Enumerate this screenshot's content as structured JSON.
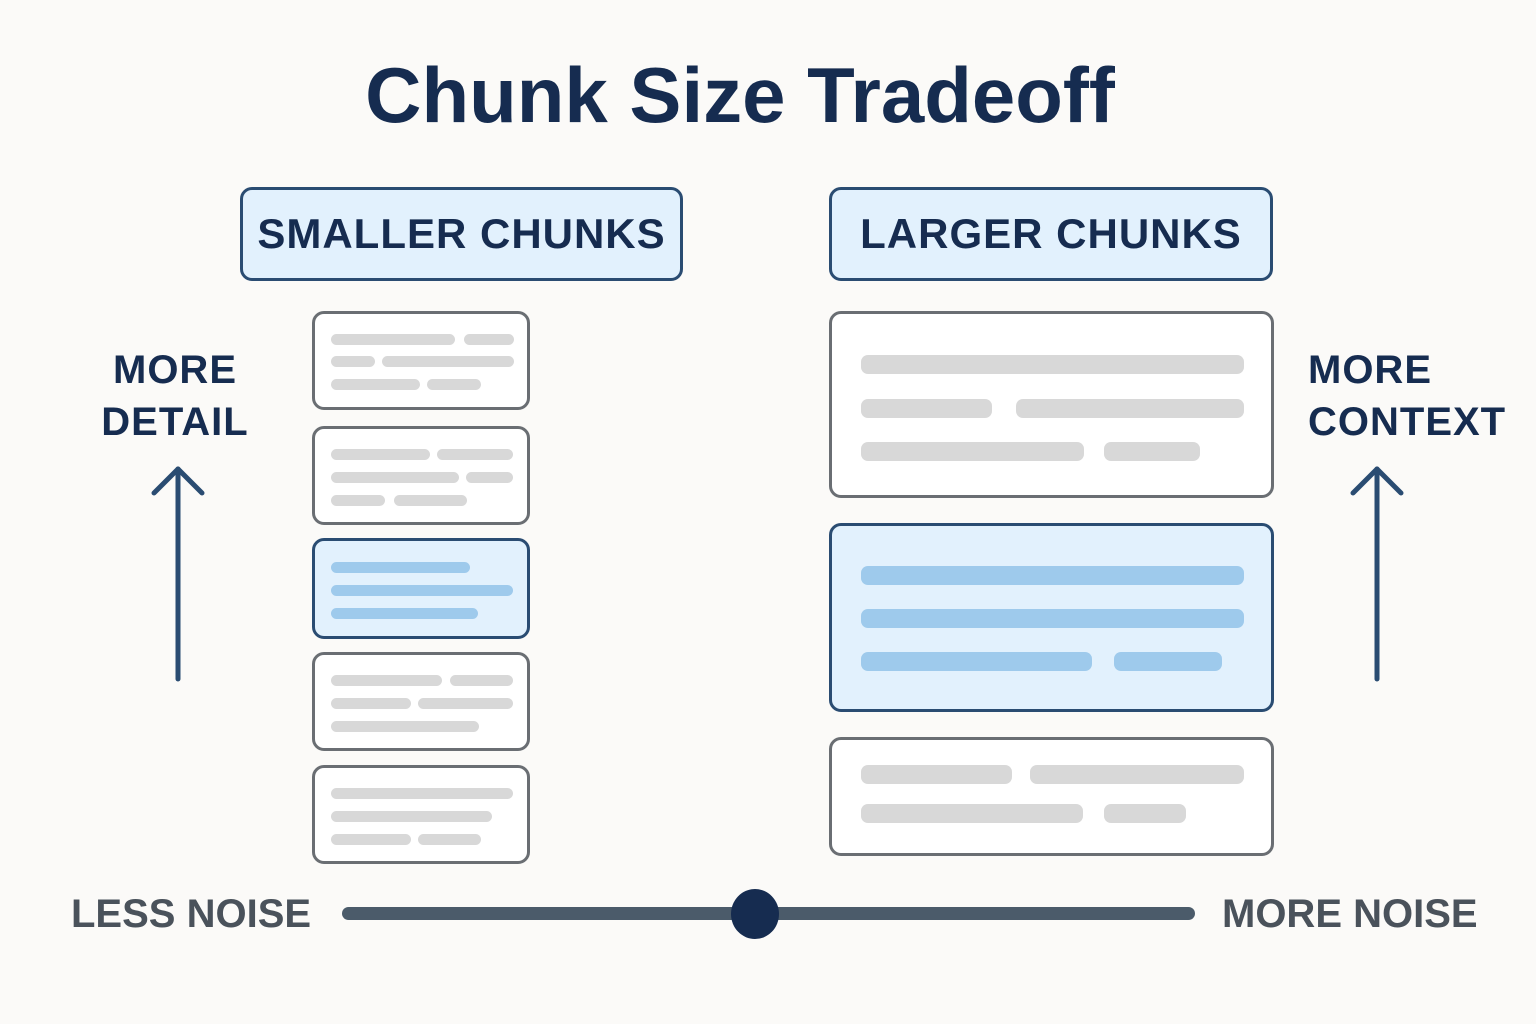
{
  "title": "Chunk Size Tradeoff",
  "left_column": {
    "header": "SMALLER CHUNKS",
    "side_label_line1": "MORE",
    "side_label_line2": "DETAIL",
    "chunk_count": 5,
    "highlighted_chunk_index": 2
  },
  "right_column": {
    "header": "LARGER CHUNKS",
    "side_label_line1": "MORE",
    "side_label_line2": "CONTEXT",
    "chunk_count": 3,
    "highlighted_chunk_index": 1
  },
  "slider": {
    "left_label": "LESS NOISE",
    "right_label": "MORE NOISE",
    "position_percent": 50
  },
  "colors": {
    "title": "#162c50",
    "highlight_fill": "#e2f1fd",
    "highlight_border": "#2a4c72",
    "highlight_bar": "#9ecaec",
    "neutral_bar": "#d8d8d8",
    "chunk_border": "#6a6e73",
    "slider_track": "#4b5b6a",
    "slider_knob": "#162c50",
    "noise_label": "#4a525b"
  }
}
